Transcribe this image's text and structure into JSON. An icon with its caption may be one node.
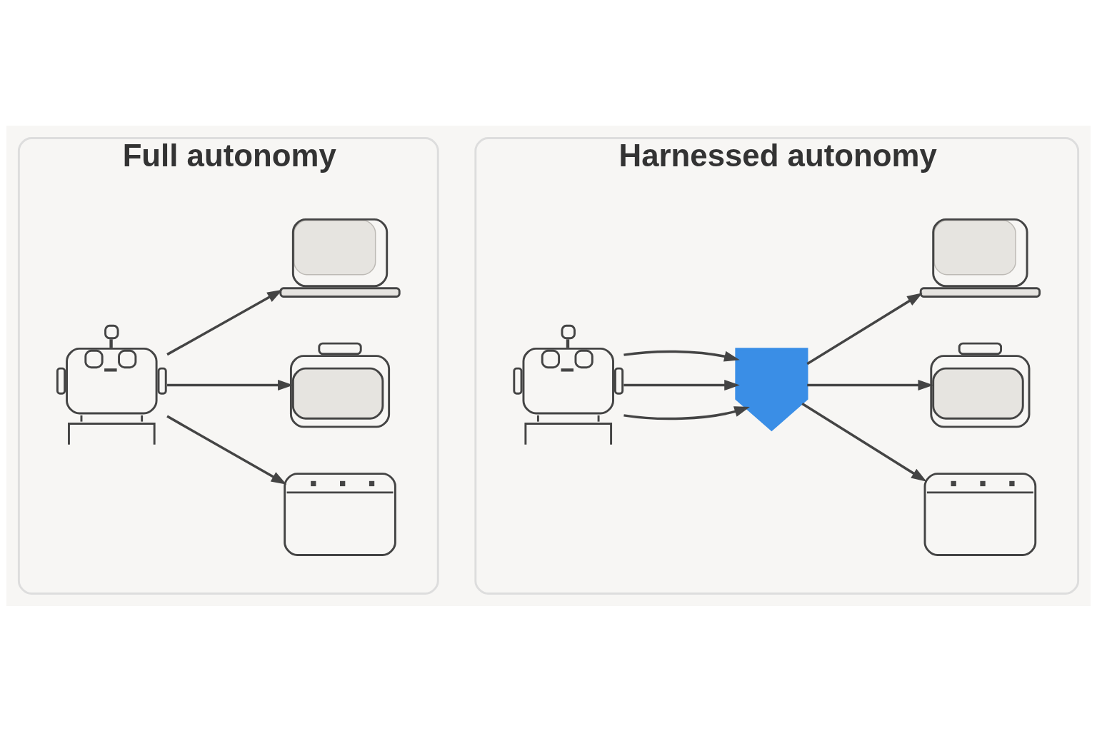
{
  "diagram": {
    "nodes": [
      {
        "text": [
          "Full autonomy"
        ]
      },
      {
        "text": [],
        "shape": "picture",
        "in": 0
      },
      {
        "text": [],
        "shape": "picture",
        "in": 0
      },
      {
        "text": [],
        "shape": "picture",
        "in": 0
      },
      {
        "text": [],
        "shape": "picture",
        "in": 0
      },
      {
        "text": [
          "Harnessed autonomy"
        ]
      },
      {
        "text": [],
        "shape": "picture",
        "in": 5
      },
      {
        "text": [],
        "shape": "picture",
        "in": 5
      },
      {
        "text": [],
        "shape": "picture",
        "in": 5
      },
      {
        "text": [],
        "shape": "picture",
        "in": 5
      },
      {
        "text": [],
        "shape": "picture",
        "in": 5
      }
    ],
    "edges": [
      {
        "from": 1,
        "to": 2,
        "arrow": "to"
      },
      {
        "from": 1,
        "to": 3,
        "arrow": "to"
      },
      {
        "from": 1,
        "to": 4,
        "arrow": "to"
      },
      {
        "from": 6,
        "to": 7,
        "arrow": "to"
      },
      {
        "from": 6,
        "to": 7,
        "arrow": "to"
      },
      {
        "from": 6,
        "to": 7,
        "arrow": "to"
      },
      {
        "from": 7,
        "to": 8,
        "arrow": "to"
      },
      {
        "from": 7,
        "to": 9,
        "arrow": "to"
      },
      {
        "from": 7,
        "to": 10,
        "arrow": "to"
      }
    ]
  }
}
